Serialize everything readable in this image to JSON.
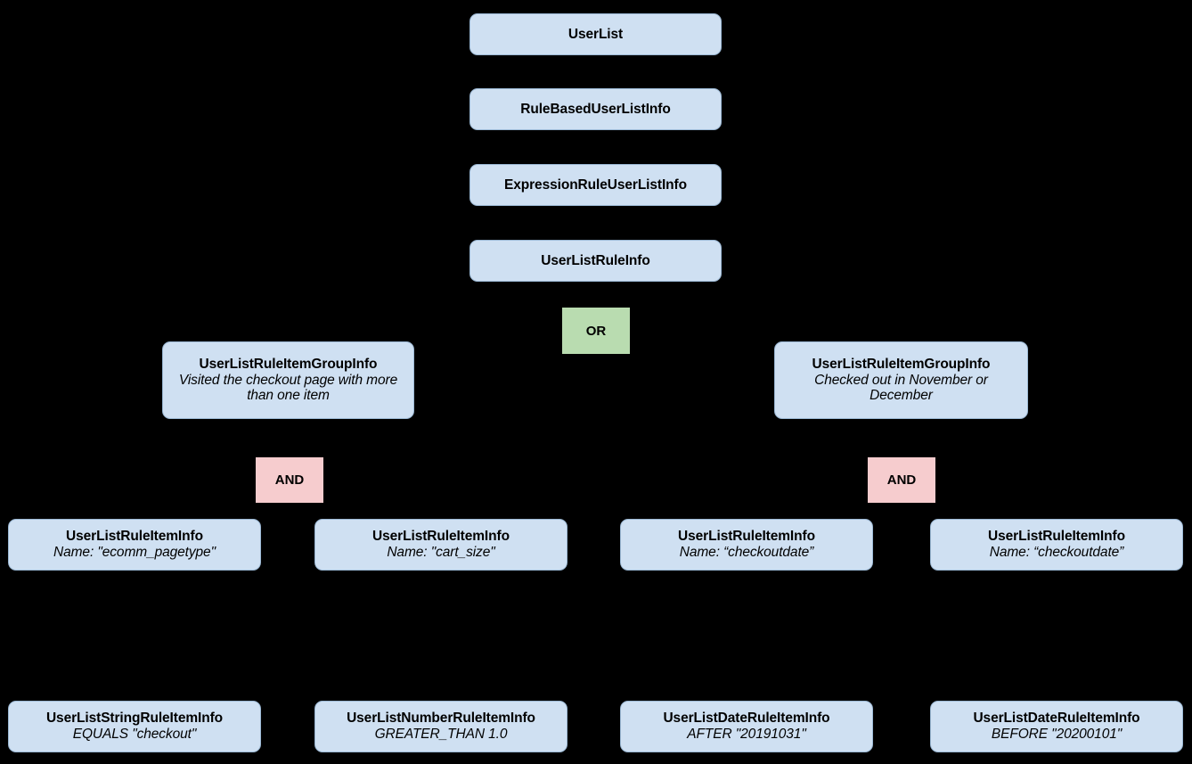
{
  "diagram": {
    "background_color": "#000000",
    "node_fill_color": "#cfe0f2",
    "or_operator_color": "#b9dcb0",
    "and_operator_color": "#f6ccce",
    "nodes": {
      "user_list": {
        "title": "UserList"
      },
      "rule_based_user_list_info": {
        "title": "RuleBasedUserListInfo"
      },
      "expression_rule_user_list_info": {
        "title": "ExpressionRuleUserListInfo"
      },
      "user_list_rule_info": {
        "title": "UserListRuleInfo"
      },
      "group_left": {
        "title": "UserListRuleItemGroupInfo",
        "desc": "Visited the checkout page with more than one item"
      },
      "group_right": {
        "title": "UserListRuleItemGroupInfo",
        "desc": "Checked out in November or December"
      },
      "item_1": {
        "title": "UserListRuleItemInfo",
        "desc": "Name: \"ecomm_pagetype\""
      },
      "item_2": {
        "title": "UserListRuleItemInfo",
        "desc": "Name: \"cart_size\""
      },
      "item_3": {
        "title": "UserListRuleItemInfo",
        "desc": "Name: “checkoutdate”"
      },
      "item_4": {
        "title": "UserListRuleItemInfo",
        "desc": "Name: “checkoutdate”"
      },
      "leaf_1": {
        "title": "UserListStringRuleItemInfo",
        "desc": "EQUALS \"checkout\""
      },
      "leaf_2": {
        "title": "UserListNumberRuleItemInfo",
        "desc": "GREATER_THAN 1.0"
      },
      "leaf_3": {
        "title": "UserListDateRuleItemInfo",
        "desc": "AFTER \"20191031\""
      },
      "leaf_4": {
        "title": "UserListDateRuleItemInfo",
        "desc": "BEFORE \"20200101\""
      }
    },
    "operators": {
      "or": {
        "label": "OR"
      },
      "and_left": {
        "label": "AND"
      },
      "and_right": {
        "label": "AND"
      }
    }
  }
}
